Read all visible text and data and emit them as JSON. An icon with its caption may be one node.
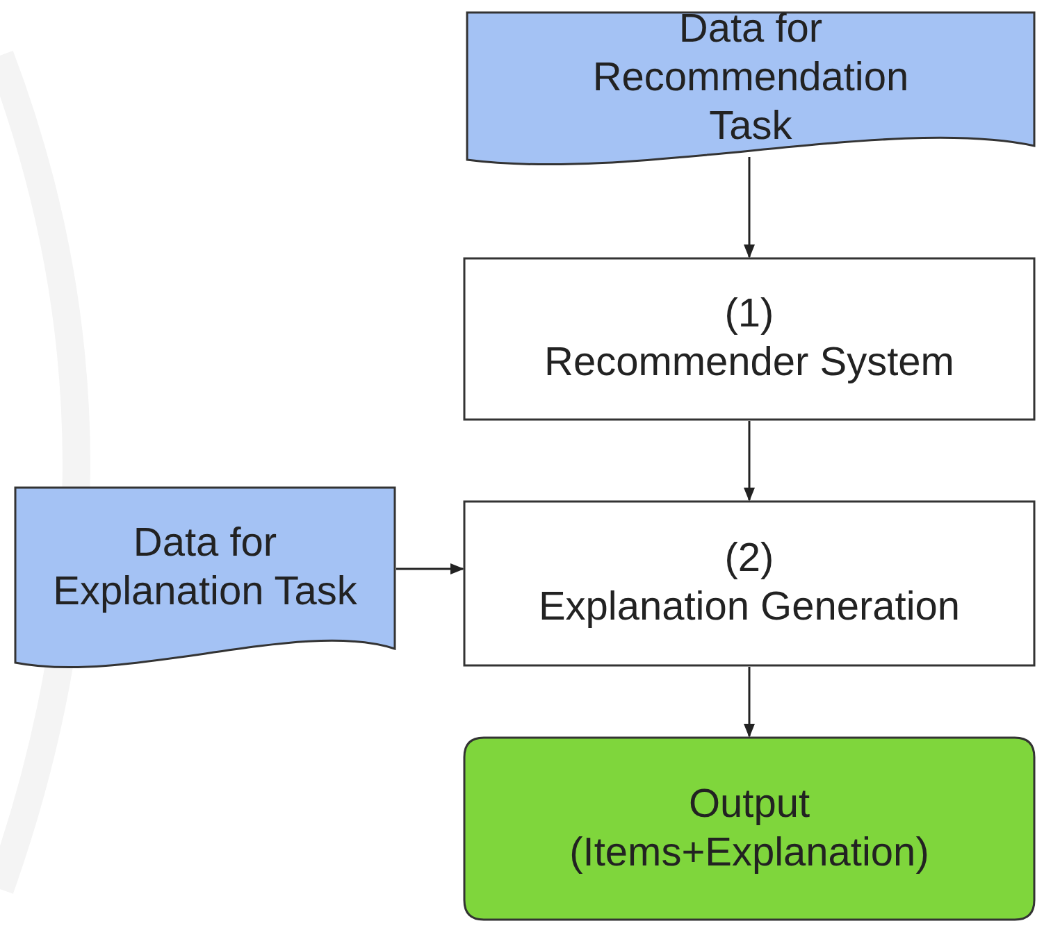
{
  "diagram": {
    "nodes": [
      {
        "text": [
          "Data for Recommendation Task"
        ]
      },
      {
        "text": [
          "(1)",
          "Recommender System"
        ]
      },
      {
        "text": [
          "Data for Explanation Task"
        ]
      },
      {
        "text": [
          "(2)",
          "Explanation Generation"
        ]
      },
      {
        "text": [
          "Output (Items+Explanation)"
        ]
      }
    ],
    "edges": [
      {
        "from": 0,
        "to": 1,
        "arrow": "to"
      },
      {
        "from": 1,
        "to": 3,
        "arrow": "to"
      },
      {
        "from": 2,
        "to": 3,
        "arrow": "to"
      },
      {
        "from": 3,
        "to": 4,
        "arrow": "to"
      }
    ]
  }
}
